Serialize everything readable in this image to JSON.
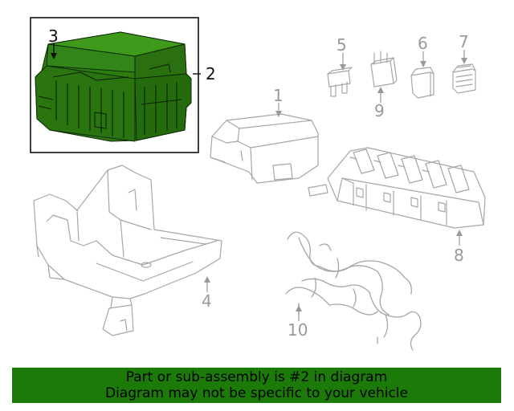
{
  "callouts": {
    "c1": "1",
    "c2": "2",
    "c3": "3",
    "c4": "4",
    "c5": "5",
    "c6": "6",
    "c7": "7",
    "c8": "8",
    "c9": "9",
    "c10": "10"
  },
  "banner": {
    "line1": "Part or sub-assembly is #2 in diagram",
    "line2": "Diagram may not be specific to your vehicle"
  },
  "colors": {
    "highlight_part": "#2e7d12",
    "banner_bg": "#1b7a08",
    "line_art": "#a6a6a6"
  }
}
